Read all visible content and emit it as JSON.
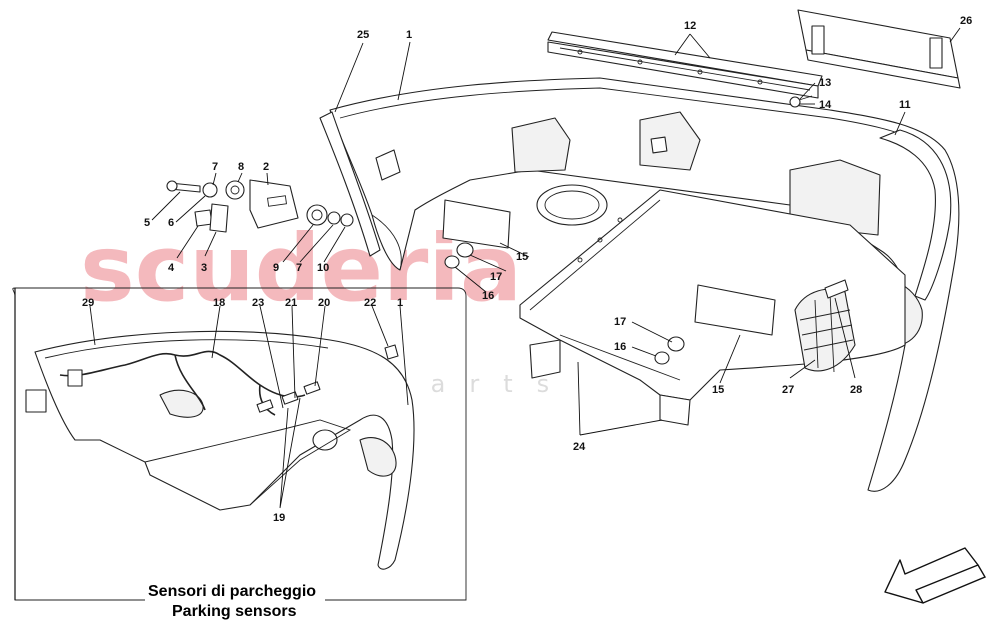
{
  "watermark": {
    "brand": "scuderia",
    "sub": "car parts"
  },
  "inset": {
    "caption_line1": "Sensori di parcheggio",
    "caption_line2": "Parking sensors"
  },
  "callouts": {
    "c25": "25",
    "c1_top": "1",
    "c12": "12",
    "c26": "26",
    "c13": "13",
    "c14": "14",
    "c11": "11",
    "c7_top": "7",
    "c8": "8",
    "c2": "2",
    "c5": "5",
    "c6": "6",
    "c4": "4",
    "c3": "3",
    "c9": "9",
    "c7_bot": "7",
    "c10": "10",
    "c15_left": "15",
    "c17_left": "17",
    "c16_left": "16",
    "c17_right": "17",
    "c16_right": "16",
    "c15_right": "15",
    "c27": "27",
    "c28": "28",
    "c24": "24",
    "c29": "29",
    "c18": "18",
    "c23": "23",
    "c21": "21",
    "c20": "20",
    "c22": "22",
    "c1_inset": "1",
    "c19": "19"
  },
  "colors": {
    "watermark_red": "#f4b9bd",
    "watermark_grey": "#dcdcdc",
    "line": "#222222"
  },
  "icons": {
    "direction": "arrow-down-left-icon"
  }
}
